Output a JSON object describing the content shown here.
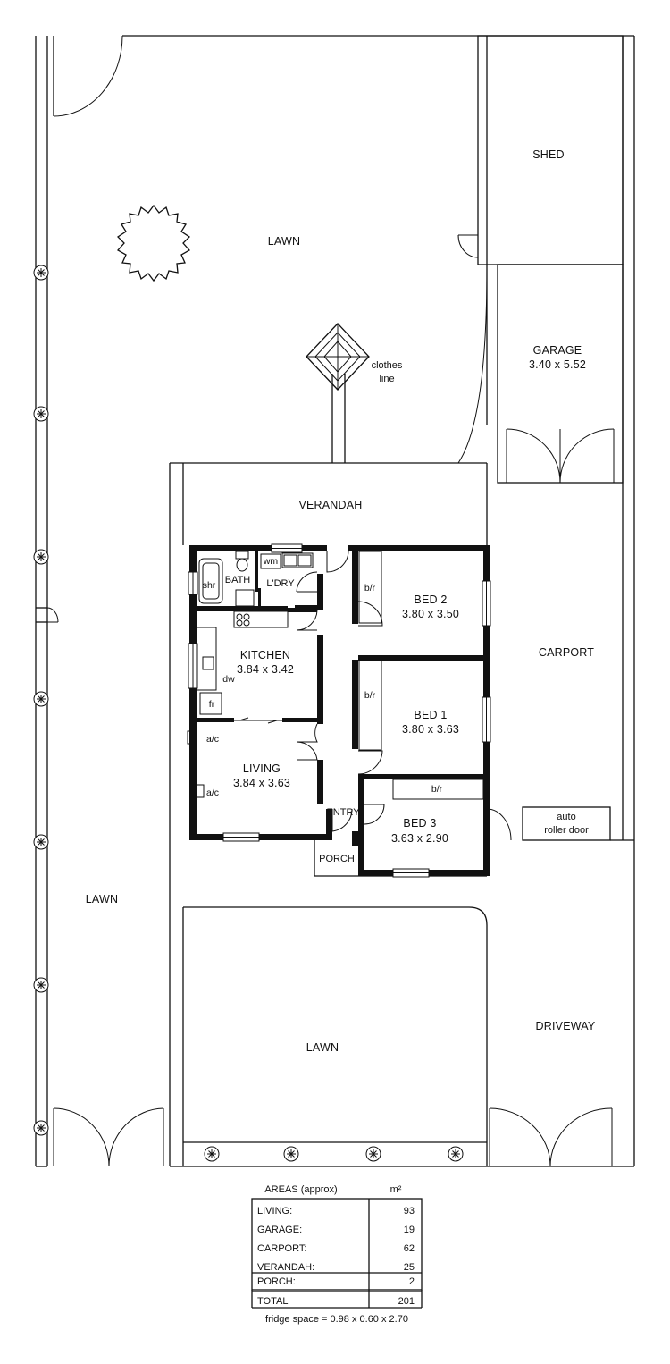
{
  "labels": {
    "lawn_top": "LAWN",
    "shed": "SHED",
    "garage": "GARAGE",
    "garage_dims": "3.40 x 5.52",
    "clothes_line_1": "clothes",
    "clothes_line_2": "line",
    "verandah": "VERANDAH",
    "shr": "shr",
    "bath": "BATH",
    "wm": "wm",
    "ldry": "L'DRY",
    "kitchen": "KITCHEN",
    "kitchen_dims": "3.84 x 3.42",
    "dw": "dw",
    "fr": "fr",
    "ac_1": "a/c",
    "ac_2": "a/c",
    "living": "LIVING",
    "living_dims": "3.84 x 3.63",
    "entry": "ENTRY",
    "porch": "PORCH",
    "bed2": "BED 2",
    "bed2_dims": "3.80 x 3.50",
    "bed1": "BED 1",
    "bed1_dims": "3.80 x 3.63",
    "bed3": "BED 3",
    "bed3_dims": "3.63 x 2.90",
    "bir_1": "b/r",
    "bir_2": "b/r",
    "bir_3": "b/r",
    "carport": "CARPORT",
    "roller_1": "auto",
    "roller_2": "roller door",
    "lawn_left": "LAWN",
    "lawn_front": "LAWN",
    "driveway": "DRIVEWAY"
  },
  "areas": {
    "title": "AREAS (approx)",
    "unit": "m²",
    "rows": [
      {
        "label": "LIVING:",
        "value": "93"
      },
      {
        "label": "GARAGE:",
        "value": "19"
      },
      {
        "label": "CARPORT:",
        "value": "62"
      },
      {
        "label": "VERANDAH:",
        "value": "25"
      },
      {
        "label": "PORCH:",
        "value": "2"
      }
    ],
    "total_label": "TOTAL",
    "total_value": "201",
    "note": "fridge space = 0.98 x 0.60 x 2.70"
  }
}
